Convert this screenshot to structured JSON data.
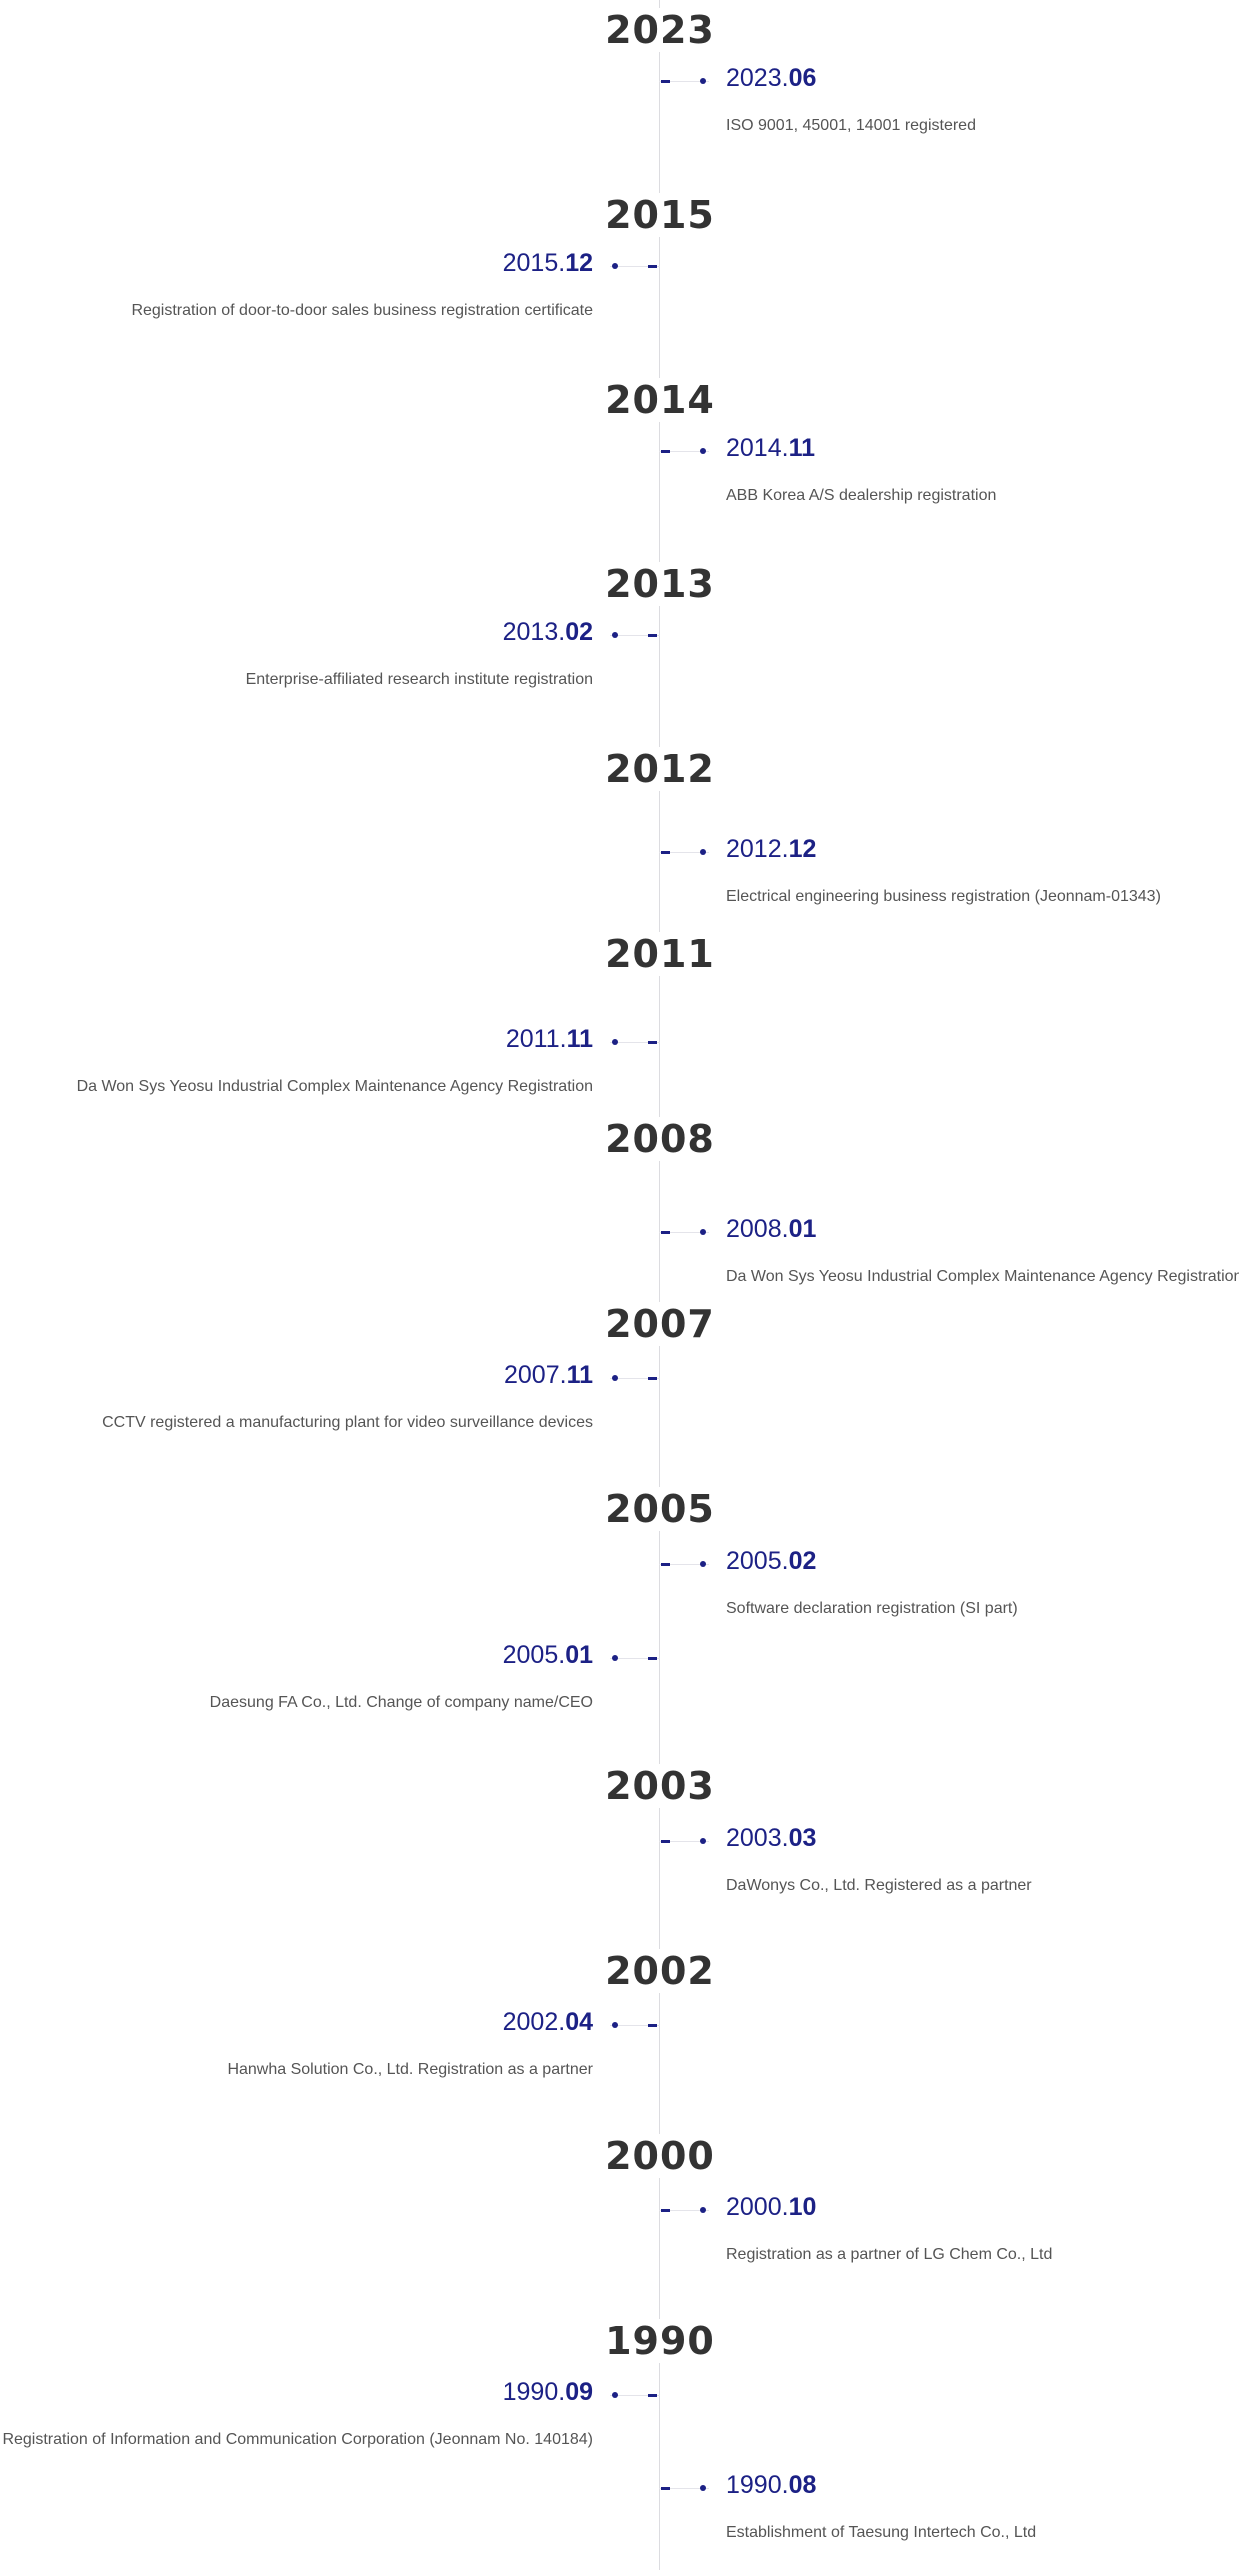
{
  "history": [
    {
      "year": "2023",
      "events": [
        {
          "side": "right",
          "year": "2023.",
          "month": "06",
          "description": "ISO 9001, 45001, 14001 registered"
        }
      ]
    },
    {
      "year": "2015",
      "events": [
        {
          "side": "left",
          "year": "2015.",
          "month": "12",
          "description": "Registration of door-to-door sales business registration certificate"
        }
      ]
    },
    {
      "year": "2014",
      "events": [
        {
          "side": "right",
          "year": "2014.",
          "month": "11",
          "description": "ABB Korea A/S dealership registration"
        }
      ]
    },
    {
      "year": "2013",
      "events": [
        {
          "side": "left",
          "year": "2013.",
          "month": "02",
          "description": "Enterprise-affiliated research institute registration"
        }
      ]
    },
    {
      "year": "2012",
      "events": [
        {
          "side": "right",
          "year": "2012.",
          "month": "12",
          "description": "Electrical engineering business registration (Jeonnam-01343)"
        }
      ]
    },
    {
      "year": "2011",
      "events": [
        {
          "side": "left",
          "year": "2011.",
          "month": "11",
          "description": "Da Won Sys Yeosu Industrial Complex Maintenance Agency Registration"
        }
      ]
    },
    {
      "year": "2008",
      "events": [
        {
          "side": "right",
          "year": "2008.",
          "month": "01",
          "description": "Da Won Sys Yeosu Industrial Complex Maintenance Agency Registration"
        }
      ]
    },
    {
      "year": "2007",
      "events": [
        {
          "side": "left",
          "year": "2007.",
          "month": "11",
          "description": "CCTV registered a manufacturing plant for video surveillance devices"
        }
      ]
    },
    {
      "year": "2005",
      "events": [
        {
          "side": "right",
          "year": "2005.",
          "month": "02",
          "description": "Software declaration registration (SI part)"
        },
        {
          "side": "left",
          "year": "2005.",
          "month": "01",
          "description": "Daesung FA Co., Ltd. Change of company name/CEO"
        }
      ]
    },
    {
      "year": "2003",
      "events": [
        {
          "side": "right",
          "year": "2003.",
          "month": "03",
          "description": "DaWonys Co., Ltd. Registered as a partner"
        }
      ]
    },
    {
      "year": "2002",
      "events": [
        {
          "side": "left",
          "year": "2002.",
          "month": "04",
          "description": "Hanwha Solution Co., Ltd. Registration as a partner"
        }
      ]
    },
    {
      "year": "2000",
      "events": [
        {
          "side": "right",
          "year": "2000.",
          "month": "10",
          "description": "Registration as a partner of LG Chem Co., Ltd"
        }
      ]
    },
    {
      "year": "1990",
      "events": [
        {
          "side": "left",
          "year": "1990.",
          "month": "09",
          "description": "Registration of Information and Communication Corporation (Jeonnam No. 140184)"
        },
        {
          "side": "right",
          "year": "1990.",
          "month": "08",
          "description": "Establishment of Taesung Intertech Co., Ltd"
        }
      ]
    }
  ],
  "colors": {
    "accent": "#1c2185",
    "year_text": "#333333",
    "description_text": "#555555",
    "axis_line": "#dcdce0"
  }
}
